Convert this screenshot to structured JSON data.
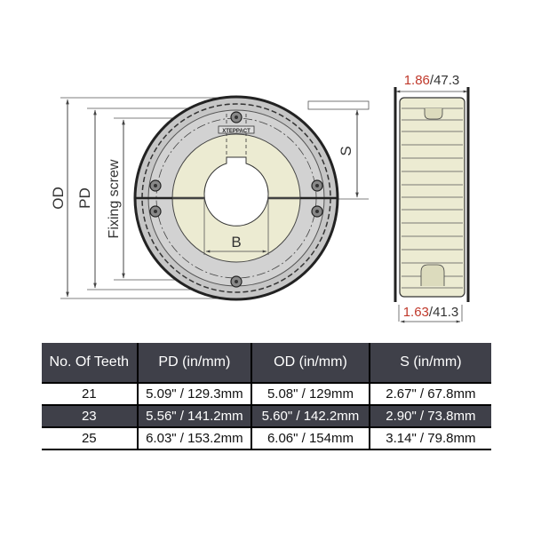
{
  "diagram": {
    "front_view": {
      "labels": {
        "od": "OD",
        "pd": "PD",
        "fixing_screw": "Fixing screw",
        "bore": "B",
        "s": "S"
      },
      "brand_plate": "XTEPPACT"
    },
    "side_view": {
      "top_width": {
        "in": "1.86",
        "sep_mm": "/47.3"
      },
      "bottom_width": {
        "in": "1.63",
        "sep_mm": "/41.3"
      }
    },
    "colors": {
      "inch_value": "#c0392b",
      "metal": "#c9c9c9",
      "bushing": "#ecebd2",
      "header_bg": "#3f4049"
    }
  },
  "table": {
    "headers": [
      "No. Of Teeth",
      "PD (in/mm)",
      "OD (in/mm)",
      "S (in/mm)"
    ],
    "rows": [
      {
        "teeth": "21",
        "pd": "5.09\" / 129.3mm",
        "od": "5.08\" / 129mm",
        "s": "2.67\" / 67.8mm"
      },
      {
        "teeth": "23",
        "pd": "5.56\" / 141.2mm",
        "od": "5.60\" / 142.2mm",
        "s": "2.90\" / 73.8mm"
      },
      {
        "teeth": "25",
        "pd": "6.03\" / 153.2mm",
        "od": "6.06\" / 154mm",
        "s": "3.14\" / 79.8mm"
      }
    ]
  }
}
